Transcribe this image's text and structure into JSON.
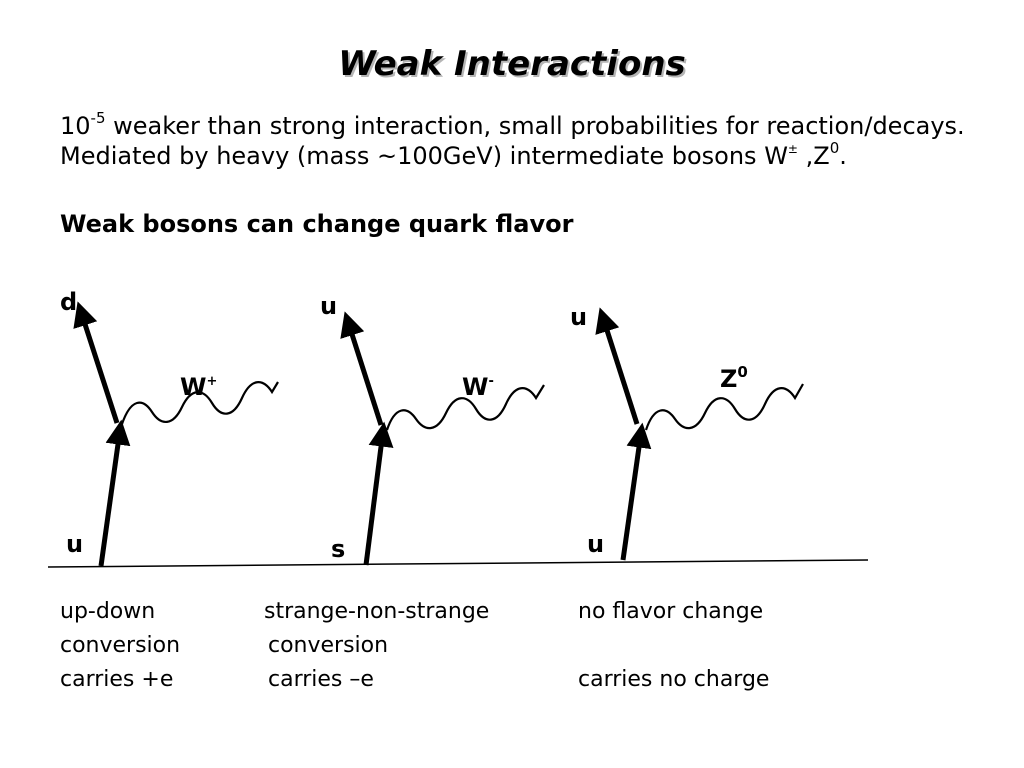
{
  "slide": {
    "title": "Weak Interactions",
    "intro": {
      "base": "10",
      "exponent": "-5",
      "text_1": " weaker than strong interaction, small probabilities for reaction/decays. Mediated by heavy (mass ~100GeV) intermediate bosons W",
      "w_sup": "±",
      "text_2": " ,Z",
      "z_sup": "0",
      "text_3": "."
    },
    "highlight": "Weak bosons can change quark flavor"
  },
  "diagrams": [
    {
      "incoming": "u",
      "outgoing": "d",
      "boson": "W",
      "boson_sup": "+",
      "caption": [
        "up-down",
        "conversion",
        "carries +e"
      ]
    },
    {
      "incoming": "s",
      "outgoing": "u",
      "boson": "W",
      "boson_sup": "-",
      "caption": [
        "strange-non-strange",
        "conversion",
        "carries –e"
      ]
    },
    {
      "incoming": "u",
      "outgoing": "u",
      "boson": "Z",
      "boson_sup": "0",
      "caption": [
        "no flavor change",
        "",
        "carries no charge"
      ]
    }
  ]
}
